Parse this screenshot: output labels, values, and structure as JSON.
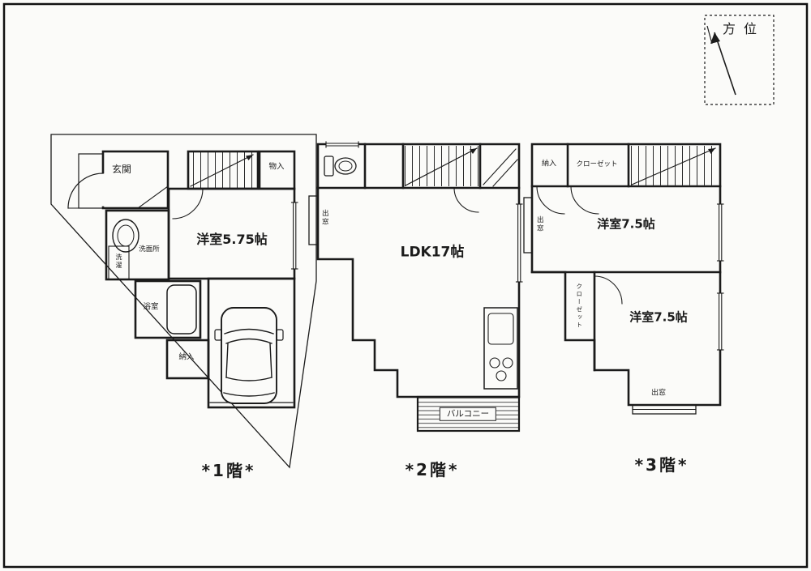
{
  "compass": {
    "label": "方位"
  },
  "floor1": {
    "floor_label": "*1階*",
    "rooms": {
      "genkan": "玄関",
      "monoire": "物入",
      "youshitsu": "洋室5.75帖",
      "senmenjo": "洗面所",
      "sentaku": "洗濯",
      "yokushitsu": "浴室",
      "oshiire": "納入"
    }
  },
  "floor2": {
    "floor_label": "*2階*",
    "rooms": {
      "demado": "出窓",
      "ldk": "LDK17帖",
      "balcony": "バルコニー"
    }
  },
  "floor3": {
    "floor_label": "*3階*",
    "rooms": {
      "oshiire": "納入",
      "closet_top": "クローゼット",
      "demado_left": "出窓",
      "youshitsu_upper": "洋室7.5帖",
      "closet_mid": "クローゼット",
      "youshitsu_lower": "洋室7.5帖",
      "demado_bottom": "出窓"
    }
  }
}
